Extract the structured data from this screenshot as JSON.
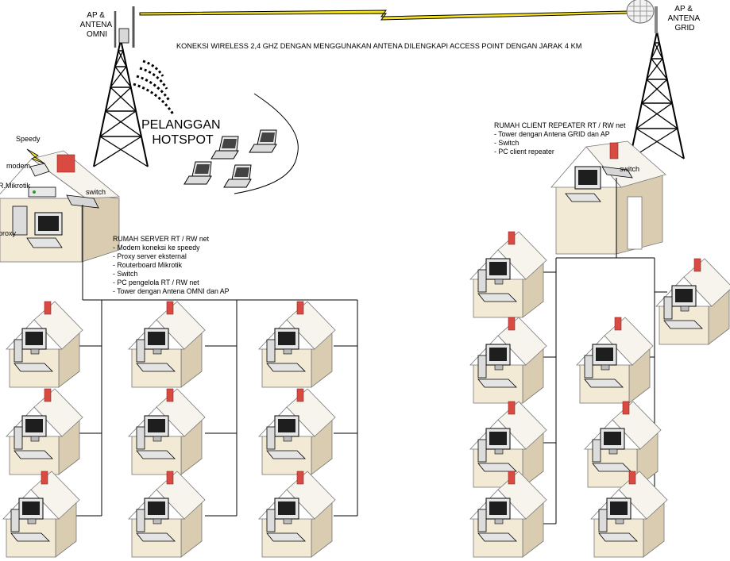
{
  "title": "KONEKSI WIRELESS 2,4 GHZ DENGAN MENGGUNAKAN ANTENA DILENGKAPI ACCESS POINT DENGAN JARAK 4 KM",
  "left_tower": {
    "label_lines": [
      "AP &",
      "ANTENA",
      "OMNI"
    ]
  },
  "right_tower": {
    "label_lines": [
      "AP &",
      "ANTENA",
      "GRID"
    ]
  },
  "hotspot": {
    "label_lines": [
      "PELANGGAN",
      "HOTSPOT"
    ]
  },
  "server": {
    "device_labels": {
      "speedy": "Speedy",
      "modem": "modem",
      "router": "R.Mikrotik",
      "proxy": "proxy",
      "switch": "switch"
    },
    "title": "RUMAH SERVER RT / RW net",
    "items": [
      "- Modem koneksi ke speedy",
      "- Proxy server eksternal",
      "- Routerboard Mikrotik",
      "- Switch",
      "- PC pengelola RT / RW net",
      "- Tower dengan Antena OMNI dan AP"
    ]
  },
  "client": {
    "title": "RUMAH CLIENT REPEATER RT / RW net",
    "items": [
      "- Tower dengan Antena GRID dan AP",
      "- Switch",
      "- PC client repeater"
    ],
    "switch_label": "switch"
  },
  "colors": {
    "house_wall": "#f3ead5",
    "house_roof": "#ffffff",
    "chimney": "#d84a42",
    "line": "#000000",
    "lightning": "#f4e21a",
    "hub": "#6d7f8a"
  }
}
